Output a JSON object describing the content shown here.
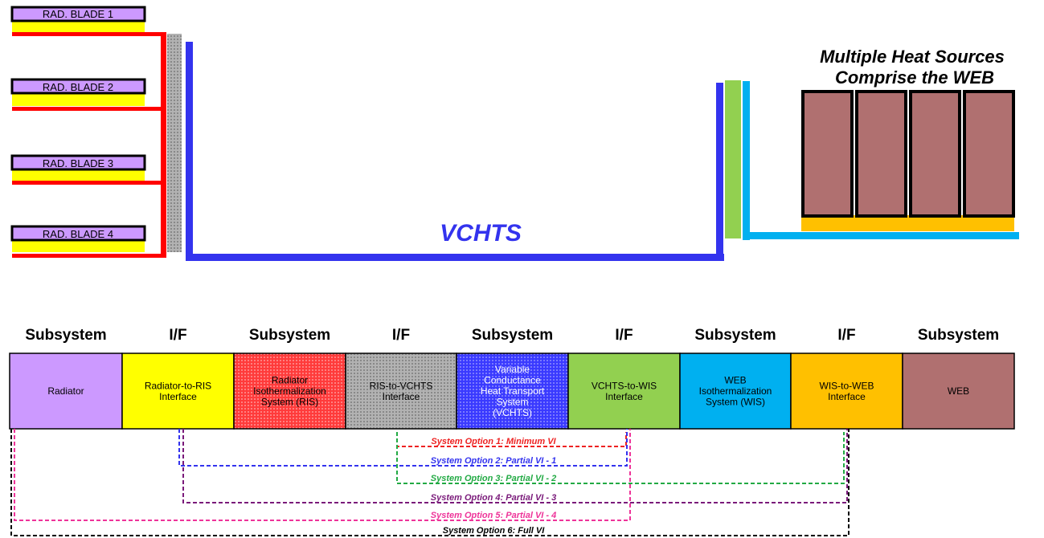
{
  "radiator_blades": [
    "RAD. BLADE 1",
    "RAD. BLADE 2",
    "RAD. BLADE 3",
    "RAD. BLADE 4"
  ],
  "vchts_label": "VCHTS",
  "heat_sources_title": [
    "Multiple Heat Sources",
    "Comprise the WEB"
  ],
  "headers": [
    "Subsystem",
    "I/F",
    "Subsystem",
    "I/F",
    "Subsystem",
    "I/F",
    "Subsystem",
    "I/F",
    "Subsystem"
  ],
  "cells": [
    {
      "lines": [
        "Radiator"
      ],
      "color": "#cc99ff"
    },
    {
      "lines": [
        "Radiator-to-RIS",
        "Interface"
      ],
      "color": "#ffff00"
    },
    {
      "lines": [
        "Radiator",
        "Isothermalization",
        "System (RIS)"
      ],
      "color": "#ff3b3b"
    },
    {
      "lines": [
        "RIS-to-VCHTS",
        "Interface"
      ],
      "color": "#b2b2b2"
    },
    {
      "lines": [
        "Variable",
        "Conductance",
        "Heat Transport",
        "System",
        "(VCHTS)"
      ],
      "color": "#3a3aff"
    },
    {
      "lines": [
        "VCHTS-to-WIS",
        "Interface"
      ],
      "color": "#92d050"
    },
    {
      "lines": [
        "WEB",
        "Isothermalization",
        "System (WIS)"
      ],
      "color": "#00b0f0"
    },
    {
      "lines": [
        "WIS-to-WEB",
        "Interface"
      ],
      "color": "#ffc000"
    },
    {
      "lines": [
        "WEB"
      ],
      "color": "#b07070"
    }
  ],
  "system_options": [
    {
      "label": "System Option 1: Minimum VI",
      "color": "#ee2222"
    },
    {
      "label": "System Option 2: Partial VI - 1",
      "color": "#3333ee"
    },
    {
      "label": "System Option 3: Partial VI - 2",
      "color": "#22aa44"
    },
    {
      "label": "System Option 4: Partial VI - 3",
      "color": "#7a1a7a"
    },
    {
      "label": "System Option 5: Partial VI - 4",
      "color": "#ee3399"
    },
    {
      "label": "System Option 6: Full VI",
      "color": "#000000"
    }
  ],
  "colors": {
    "red_pipe": "#ff0000",
    "blue_pipe": "#3333ee",
    "cyan_pipe": "#00b0f0",
    "blade_fill": "#cc99ff",
    "blade_base": "#ffff00",
    "heat_block": "#b07070",
    "heat_base": "#ffc000",
    "interface_green": "#92d050"
  }
}
